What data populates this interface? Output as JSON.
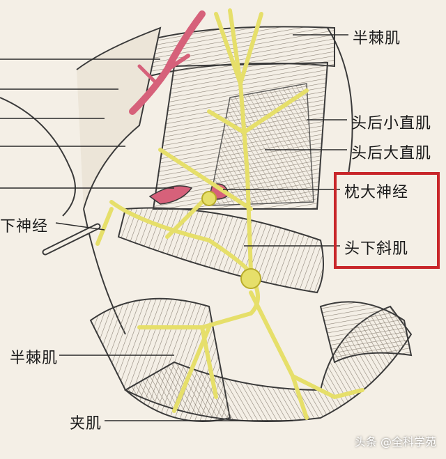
{
  "labels": {
    "semispinalis_top": "半棘肌",
    "rectus_minor": "头后小直肌",
    "rectus_major": "头后大直肌",
    "greater_occipital": "枕大神经",
    "obliquus_inferior": "头下斜肌",
    "suboccipital_nerve": "下神经",
    "suboccipital_nerve_tail": "经",
    "semispinalis_left": "半棘肌",
    "splenius": "夹肌"
  },
  "watermark": "头条 @全科学苑",
  "colors": {
    "nerve": "#e6df6a",
    "nerve_stroke": "#b8ac2a",
    "artery": "#d6617a",
    "highlight_box": "#c8262a",
    "ink": "#2a2a2a"
  }
}
